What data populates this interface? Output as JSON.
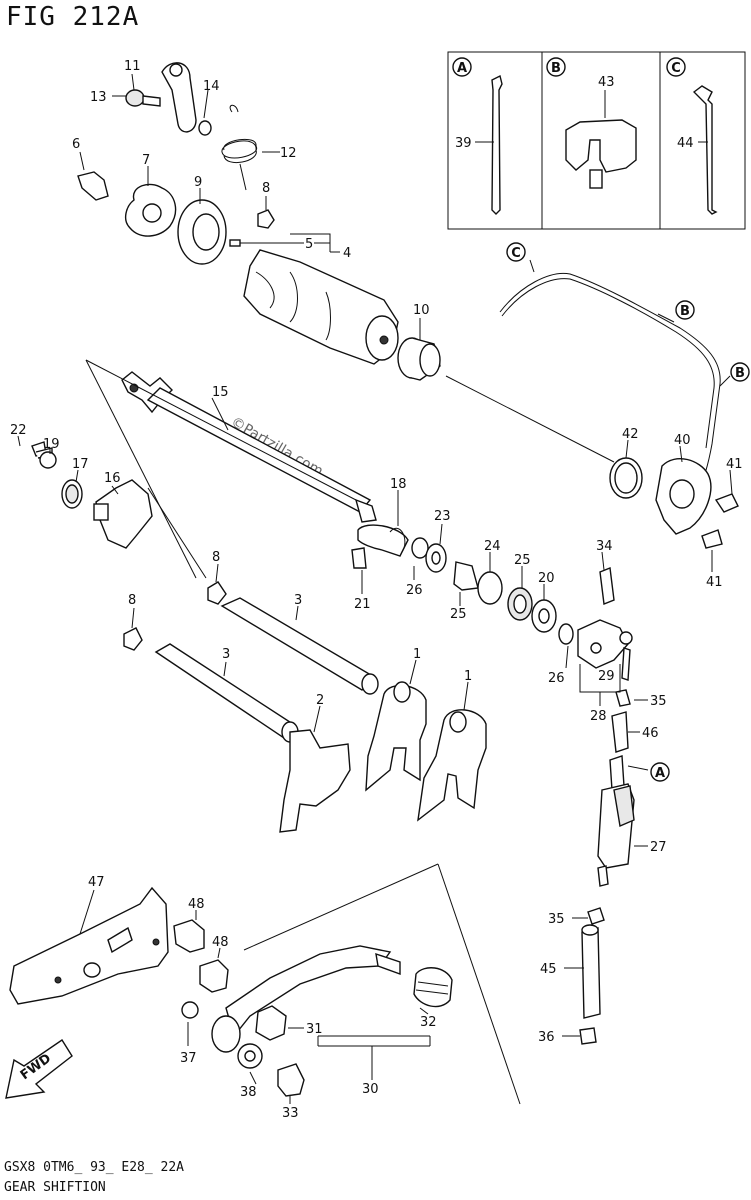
{
  "figure": {
    "title": "FIG 212A",
    "model_code": "GSX8 0TM6_ 93_ E28_ 22A",
    "section_name": "GEAR SHIFTION",
    "watermark": "©Partzilla.com"
  },
  "inset_panels": [
    {
      "letter": "A",
      "part": "39"
    },
    {
      "letter": "B",
      "part": "43"
    },
    {
      "letter": "C",
      "part": "44"
    }
  ],
  "routing_markers": [
    "C",
    "B",
    "B",
    "A"
  ],
  "direction_marker": "FWD",
  "callouts": [
    "11",
    "13",
    "14",
    "12",
    "6",
    "7",
    "9",
    "8",
    "5",
    "4",
    "10",
    "15",
    "22",
    "19",
    "17",
    "16",
    "18",
    "23",
    "42",
    "40",
    "41",
    "41",
    "34",
    "24",
    "25",
    "20",
    "26",
    "21",
    "26",
    "29",
    "28",
    "35",
    "46",
    "8",
    "3",
    "3",
    "1",
    "2",
    "1",
    "27",
    "47",
    "48",
    "48",
    "35",
    "45",
    "37",
    "31",
    "32",
    "30",
    "38",
    "33",
    "36"
  ],
  "icons": {
    "fwd_arrow": "fwd-arrow-icon",
    "circle_letter": "circled-letter-icon"
  }
}
